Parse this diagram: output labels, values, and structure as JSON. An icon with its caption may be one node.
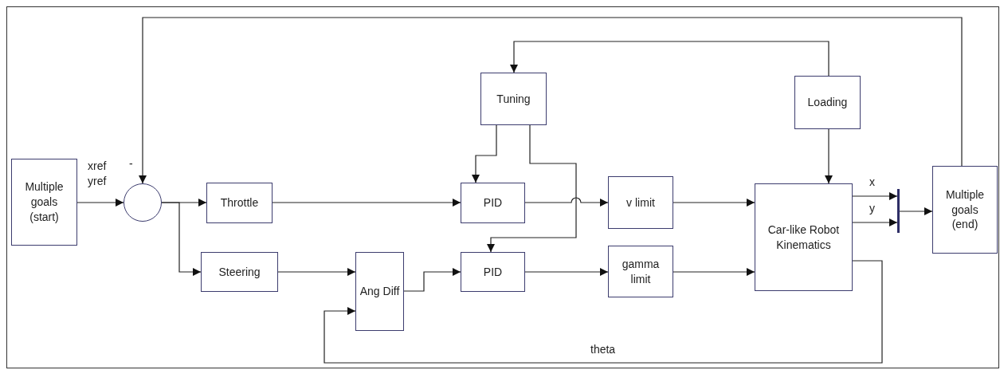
{
  "diagram": {
    "nodes": [
      {
        "text": [
          "Multiple goals (start)"
        ]
      },
      {
        "text": [],
        "shape": "circle"
      },
      {
        "text": [
          "Throttle"
        ]
      },
      {
        "text": [
          "Steering"
        ]
      },
      {
        "text": [
          "Tuning"
        ]
      },
      {
        "text": [
          "Loading"
        ]
      },
      {
        "text": [
          "PID"
        ]
      },
      {
        "text": [
          "v limit"
        ]
      },
      {
        "text": [
          "Ang Diff"
        ]
      },
      {
        "text": [
          "PID"
        ]
      },
      {
        "text": [
          "gamma limit"
        ]
      },
      {
        "text": [
          "Car-like Robot Kinematics"
        ]
      },
      {
        "text": [],
        "shape": "bar"
      },
      {
        "text": [
          "Multiple goals (end)"
        ]
      }
    ],
    "edges": [
      {
        "from": 0,
        "to": 1,
        "arrow": "to",
        "label": "xref yref"
      },
      {
        "from": 13,
        "to": 1,
        "arrow": "to"
      },
      {
        "from": 1,
        "to": 2,
        "arrow": "to"
      },
      {
        "from": 1,
        "to": 3,
        "arrow": "to"
      },
      {
        "from": 2,
        "to": 6,
        "arrow": "to"
      },
      {
        "from": 3,
        "to": 8,
        "arrow": "to"
      },
      {
        "from": 4,
        "to": 6,
        "arrow": "to"
      },
      {
        "from": 4,
        "to": 9,
        "arrow": "to"
      },
      {
        "from": 6,
        "to": 7,
        "arrow": "to"
      },
      {
        "from": 8,
        "to": 9,
        "arrow": "to"
      },
      {
        "from": 9,
        "to": 10,
        "arrow": "to"
      },
      {
        "from": 7,
        "to": 11,
        "arrow": "to"
      },
      {
        "from": 10,
        "to": 11,
        "arrow": "to"
      },
      {
        "from": 5,
        "to": 11,
        "arrow": "to"
      },
      {
        "from": 5,
        "to": 4,
        "arrow": "to"
      },
      {
        "from": 11,
        "to": 12,
        "arrow": "to",
        "label": "x"
      },
      {
        "from": 11,
        "to": 12,
        "arrow": "to",
        "label": "y"
      },
      {
        "from": 12,
        "to": 13,
        "arrow": "to"
      },
      {
        "from": 11,
        "to": 8,
        "arrow": "to",
        "label": "theta"
      }
    ],
    "labels": [
      "-"
    ]
  }
}
